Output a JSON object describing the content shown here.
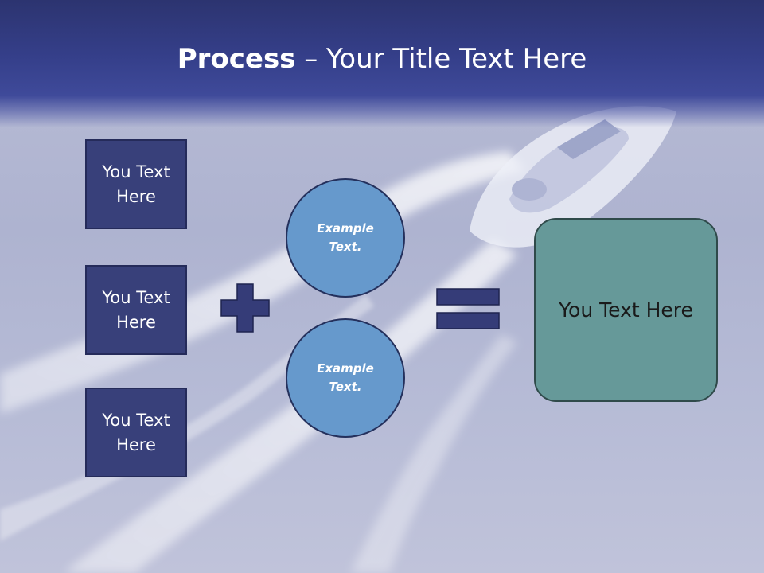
{
  "title": {
    "bold_part": "Process",
    "rest_part": " – Your Title Text Here"
  },
  "left_boxes": [
    {
      "label": "You Text Here"
    },
    {
      "label": "You Text Here"
    },
    {
      "label": "You Text Here"
    }
  ],
  "circles": [
    {
      "label": "Example Text."
    },
    {
      "label": "Example Text."
    }
  ],
  "result": {
    "label": "You Text Here"
  },
  "icons": {
    "plus": "plus-icon",
    "equals": "equals-icon"
  },
  "colors": {
    "title_band": "#353f8a",
    "box_fill": "#38407a",
    "circle_fill": "#6699cc",
    "result_fill": "#669999",
    "operator_fill": "#353c78"
  }
}
